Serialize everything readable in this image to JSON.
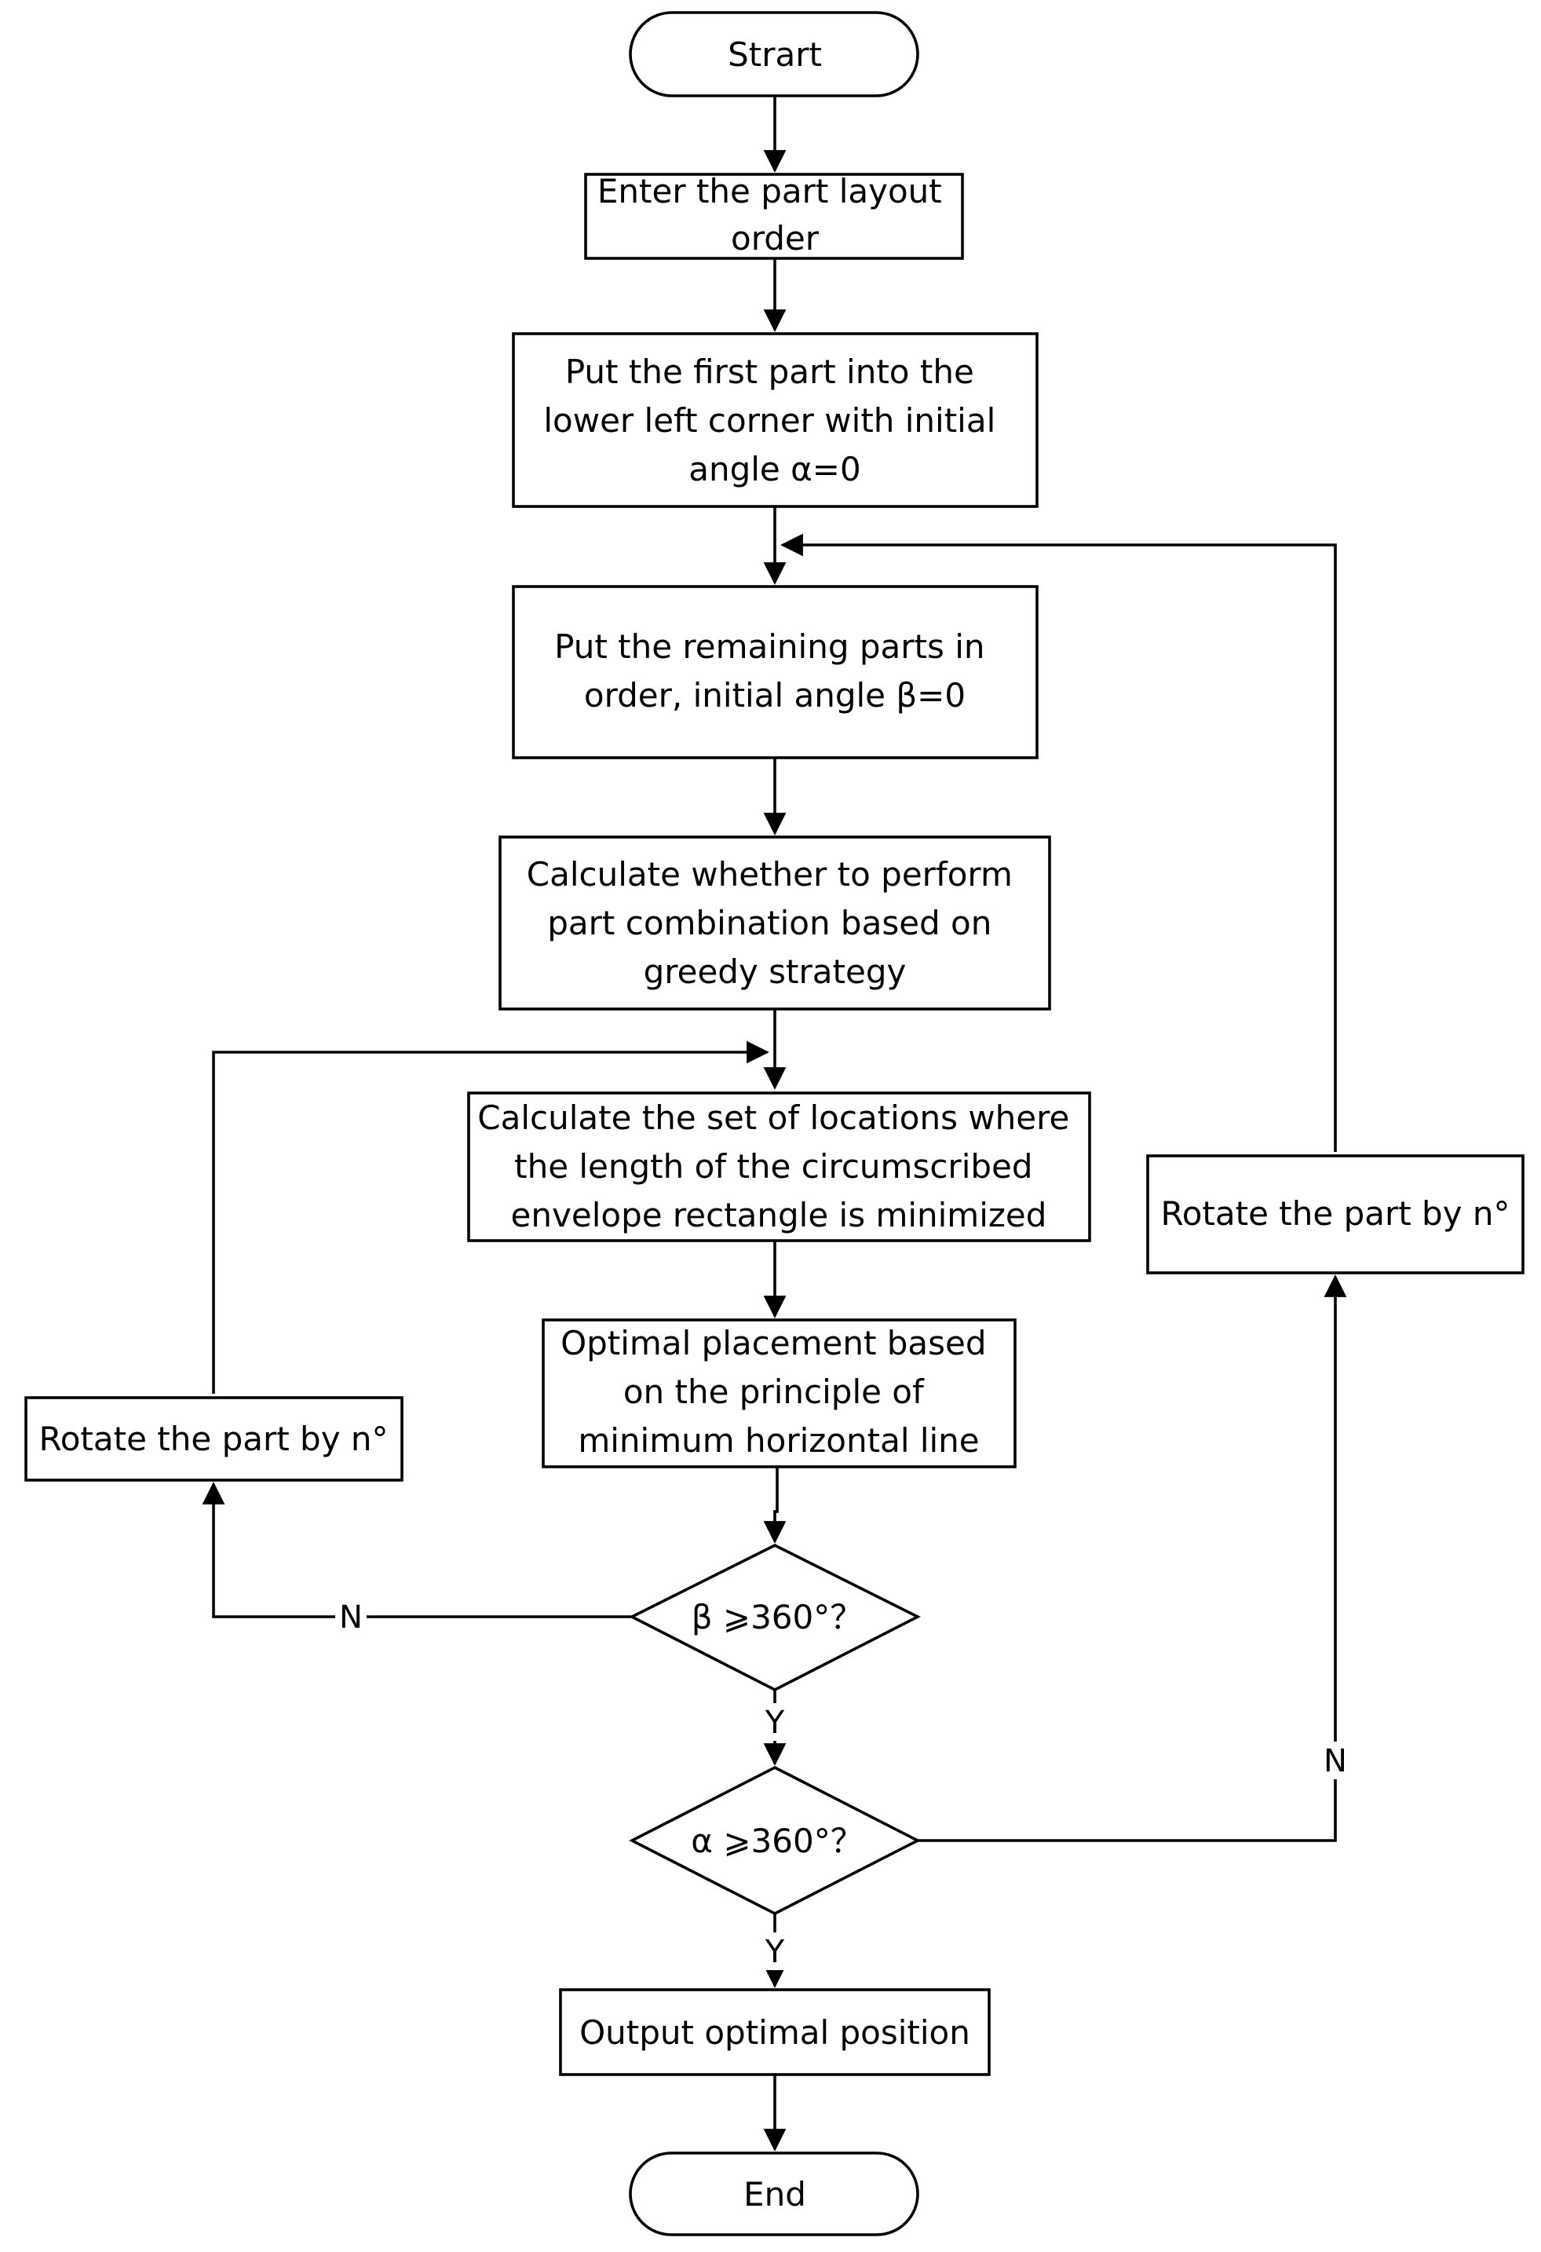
{
  "nodes": {
    "start": {
      "lines": [
        "Strart"
      ]
    },
    "enter_order": {
      "lines": [
        "Enter the part layout",
        "order"
      ]
    },
    "put_first": {
      "lines": [
        "Put the first part into the",
        "lower left corner with initial",
        "angle α=0"
      ]
    },
    "put_remaining": {
      "lines": [
        "Put the remaining parts in",
        "order, initial angle β=0"
      ]
    },
    "calc_combination": {
      "lines": [
        "Calculate whether to perform",
        "part combination based on",
        "greedy strategy"
      ]
    },
    "calc_locations": {
      "lines": [
        "Calculate the set of locations where",
        "the length of the circumscribed",
        "envelope rectangle is minimized"
      ]
    },
    "optimal_placement": {
      "lines": [
        "Optimal placement based",
        "on the principle of",
        "minimum horizontal line"
      ]
    },
    "beta_check": {
      "lines": [
        "β ⩾360°？"
      ]
    },
    "alpha_check": {
      "lines": [
        "α ⩾360°？"
      ]
    },
    "output": {
      "lines": [
        "Output optimal position"
      ]
    },
    "end": {
      "lines": [
        "End"
      ]
    },
    "rotate_left": {
      "lines": [
        "Rotate the part by n°"
      ]
    },
    "rotate_right": {
      "lines": [
        "Rotate the part by n°"
      ]
    }
  },
  "edge_labels": {
    "beta_no": "N",
    "beta_yes": "Y",
    "alpha_no": "N",
    "alpha_yes": "Y"
  },
  "colors": {
    "stroke": "#000000",
    "fill": "#ffffff",
    "text": "#000000"
  }
}
